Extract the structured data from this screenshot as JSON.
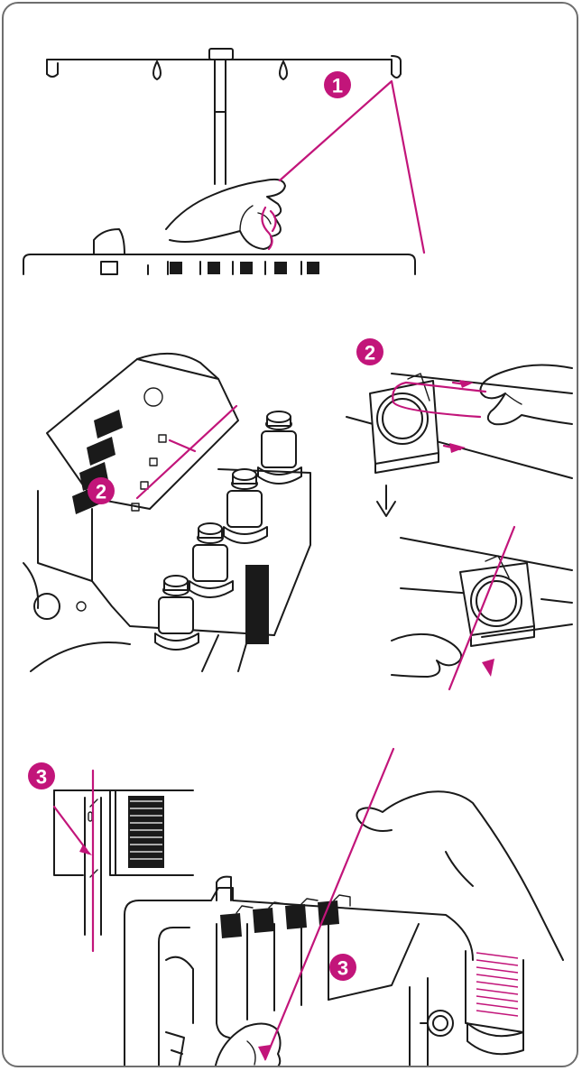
{
  "steps": {
    "step1": {
      "label": "1"
    },
    "step2_left": {
      "label": "2"
    },
    "step2_right": {
      "label": "2"
    },
    "step3_left": {
      "label": "3"
    },
    "step3_right": {
      "label": "3"
    }
  },
  "colors": {
    "accent": "#c2157a",
    "line": "#1a1a1a",
    "frame": "#6e6e6e"
  },
  "icons": [
    "thread-stand",
    "hand",
    "tension-dial",
    "thread-guide",
    "spool",
    "arrow-down",
    "arrow-right"
  ]
}
